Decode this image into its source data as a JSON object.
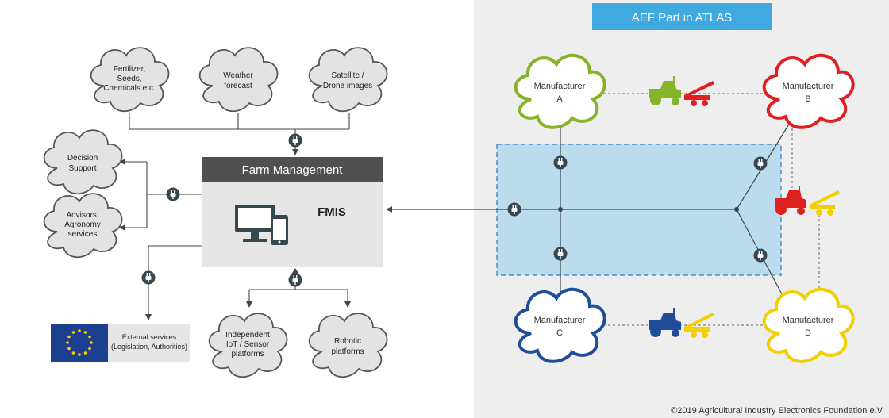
{
  "atlas": {
    "title": "AEF Part in ATLAS"
  },
  "farm_management": {
    "title": "Farm Management",
    "subtitle": "FMIS"
  },
  "clouds": {
    "fertilizer": [
      "Fertilizer,",
      "Seeds,",
      "Chemicals etc."
    ],
    "weather": [
      "Weather",
      "forecast"
    ],
    "satellite": [
      "Satellite /",
      "Drone images"
    ],
    "decision": [
      "Decision",
      "Support"
    ],
    "advisors": [
      "Advisors,",
      "Agronomy",
      "services"
    ],
    "iot": [
      "Independent",
      "IoT / Sensor",
      "platforms"
    ],
    "robotic": [
      "Robotic",
      "platforms"
    ]
  },
  "external": {
    "lines": [
      "External services",
      "(Legislation, Authorities)"
    ]
  },
  "manufacturers": {
    "a": {
      "lines": [
        "Manufacturer",
        "A"
      ],
      "color": "#86b428"
    },
    "b": {
      "lines": [
        "Manufacturer",
        "B"
      ],
      "color": "#e02020"
    },
    "c": {
      "lines": [
        "Manufacturer",
        "C"
      ],
      "color": "#1f4d9a"
    },
    "d": {
      "lines": [
        "Manufacturer",
        "D"
      ],
      "color": "#f2d000"
    }
  },
  "colors": {
    "atlas_bg": "#eeeeee",
    "atlas_title_bg": "#3fa9e0",
    "zone_fill": "#bcdcee",
    "zone_border": "#4a90c4",
    "cloud_fill": "#e3e3e3",
    "cloud_stroke": "#555555",
    "connector": "#37474f",
    "fm_header": "#505050",
    "eu_blue": "#1d3f8f",
    "eu_star": "#ffcc00"
  },
  "copyright": "©2019 Agricultural Industry Electronics Foundation e.V."
}
